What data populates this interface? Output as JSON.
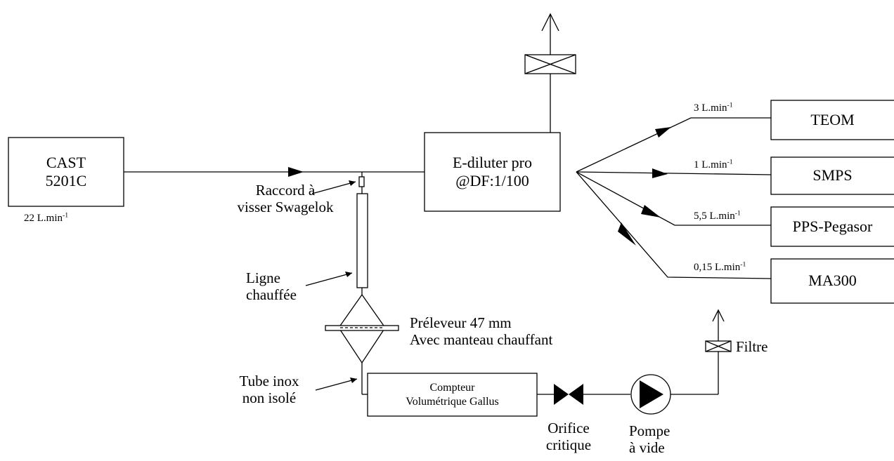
{
  "cast": {
    "line1": "CAST",
    "line2": "5201C",
    "flow": "22 L.min",
    "flow_exp": "-1"
  },
  "raccord": {
    "line1": "Raccord à",
    "line2": "visser Swagelok"
  },
  "ligne": {
    "line1": "Ligne",
    "line2": "chauffée"
  },
  "preleveur": {
    "line1": "Préleveur 47 mm",
    "line2": "Avec manteau chauffant"
  },
  "tube": {
    "line1": "Tube inox",
    "line2": "non isolé"
  },
  "diluter": {
    "line1": "E-diluter pro",
    "line2": "@DF:1/100"
  },
  "instruments": [
    {
      "name": "TEOM",
      "flow": "3 L.min",
      "exp": "-1"
    },
    {
      "name": "SMPS",
      "flow": "1 L.min",
      "exp": "-1"
    },
    {
      "name": "PPS-Pegasor",
      "flow": "5,5 L.min",
      "exp": "-1"
    },
    {
      "name": "MA300",
      "flow": "0,15 L.min",
      "exp": "-1"
    }
  ],
  "compteur": {
    "line1": "Compteur",
    "line2": "Volumétrique Gallus"
  },
  "orifice": {
    "line1": "Orifice",
    "line2": "critique"
  },
  "pompe": {
    "line1": "Pompe",
    "line2": "à vide"
  },
  "filtre": "Filtre"
}
